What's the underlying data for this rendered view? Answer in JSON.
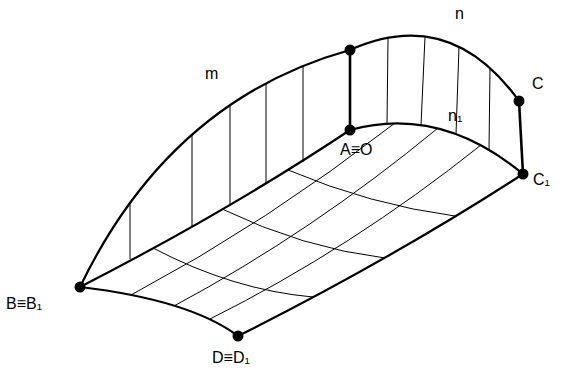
{
  "diagram": {
    "labels": [
      "m",
      "n",
      "n₁",
      "C",
      "C₁",
      "A≡O",
      "B≡B₁",
      "D≡D₁"
    ]
  }
}
